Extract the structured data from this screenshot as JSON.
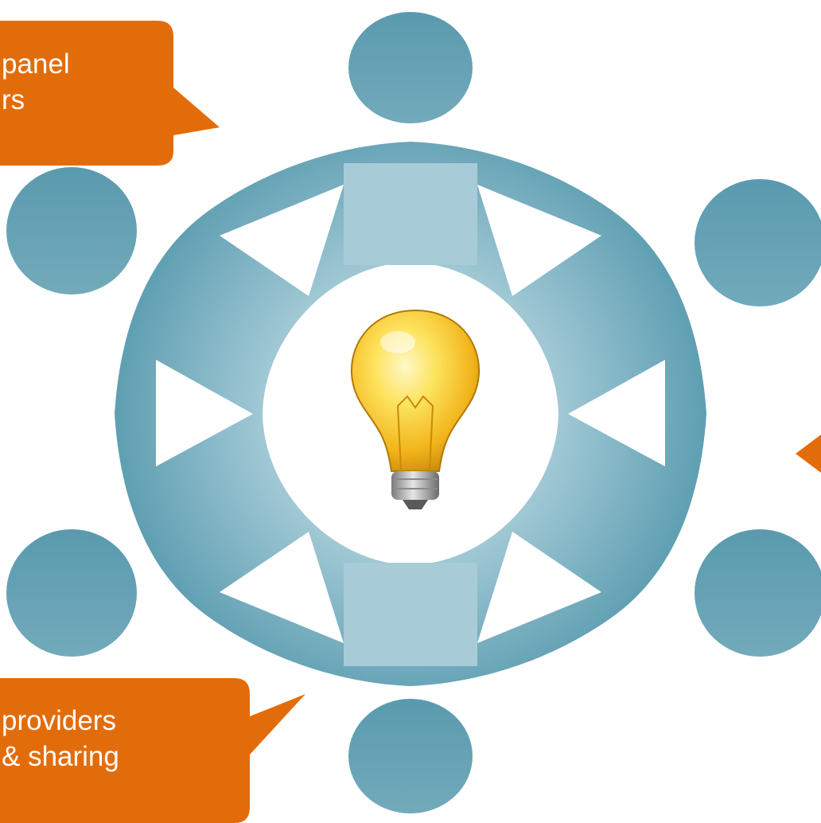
{
  "callouts": {
    "top_left": {
      "lines": [
        "panel",
        "rs"
      ]
    },
    "bottom_left": {
      "lines": [
        "providers",
        "& sharing"
      ]
    }
  },
  "colors": {
    "callout": "#e36c0a",
    "figure_dark": "#5f9fb2",
    "figure_light": "#a9cdd8"
  },
  "icons": {
    "center": "lightbulb-icon",
    "heads": "person-head-icon"
  }
}
